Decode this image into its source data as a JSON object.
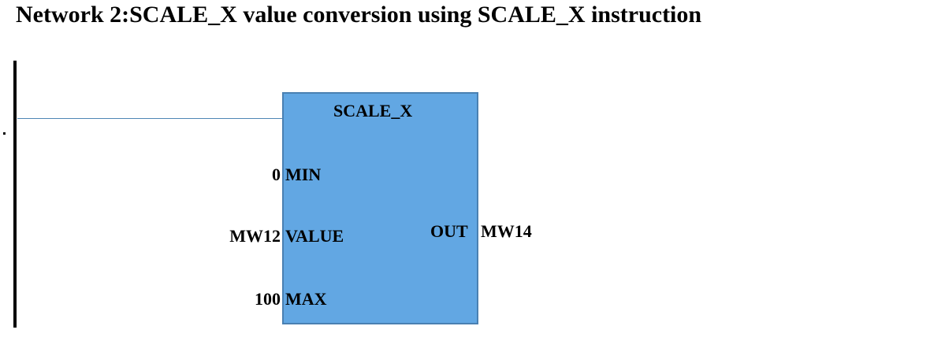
{
  "title": "Network 2:SCALE_X value conversion using SCALE_X instruction",
  "block": {
    "name": "SCALE_X",
    "inputs": [
      {
        "pin": "MIN",
        "operand": "0"
      },
      {
        "pin": "VALUE",
        "operand": "MW12"
      },
      {
        "pin": "MAX",
        "operand": "100"
      }
    ],
    "output": {
      "pin": "OUT",
      "operand": "MW14"
    }
  },
  "colors": {
    "block_fill": "#62a7e3",
    "block_border": "#4a80b2",
    "rung_line": "#4e86b5"
  }
}
